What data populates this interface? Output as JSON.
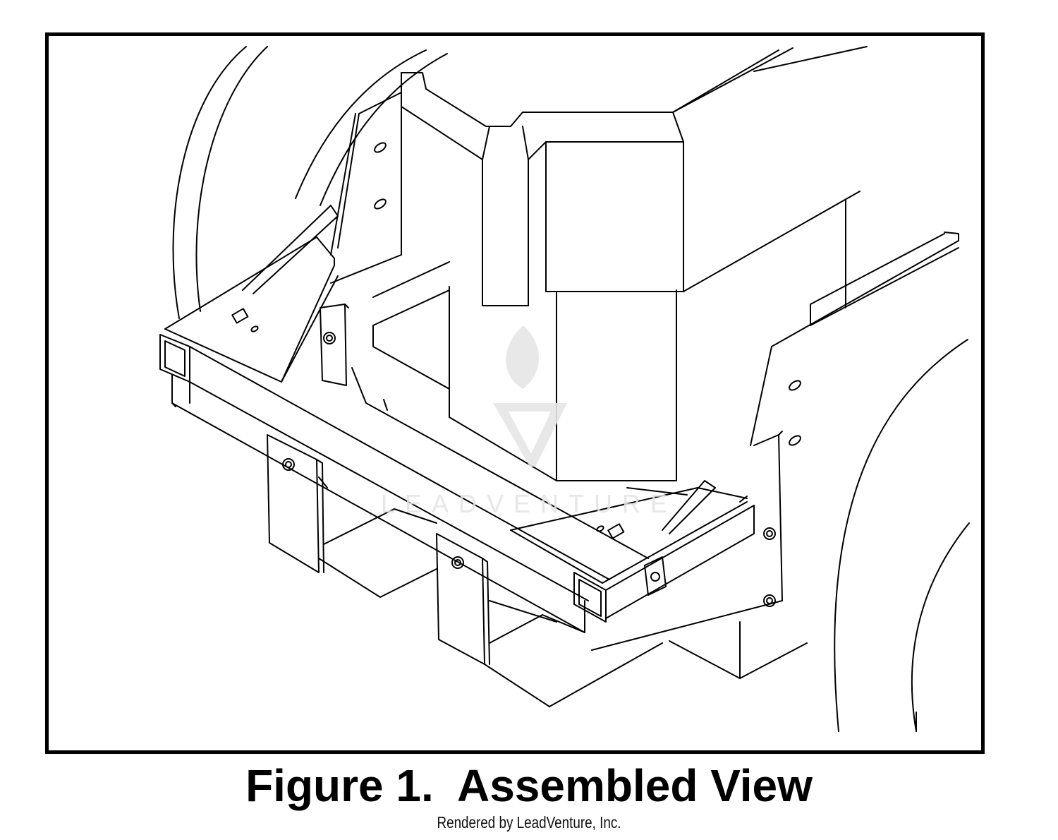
{
  "figure": {
    "caption": "Figure 1.  Assembled View",
    "credit": "Rendered by LeadVenture, Inc."
  },
  "watermark": {
    "text": "LEADVENTURE",
    "logo_icon": "flame-v-logo-icon"
  },
  "colors": {
    "line": "#000000",
    "background": "#ffffff",
    "watermark": "#e3e3e3"
  }
}
